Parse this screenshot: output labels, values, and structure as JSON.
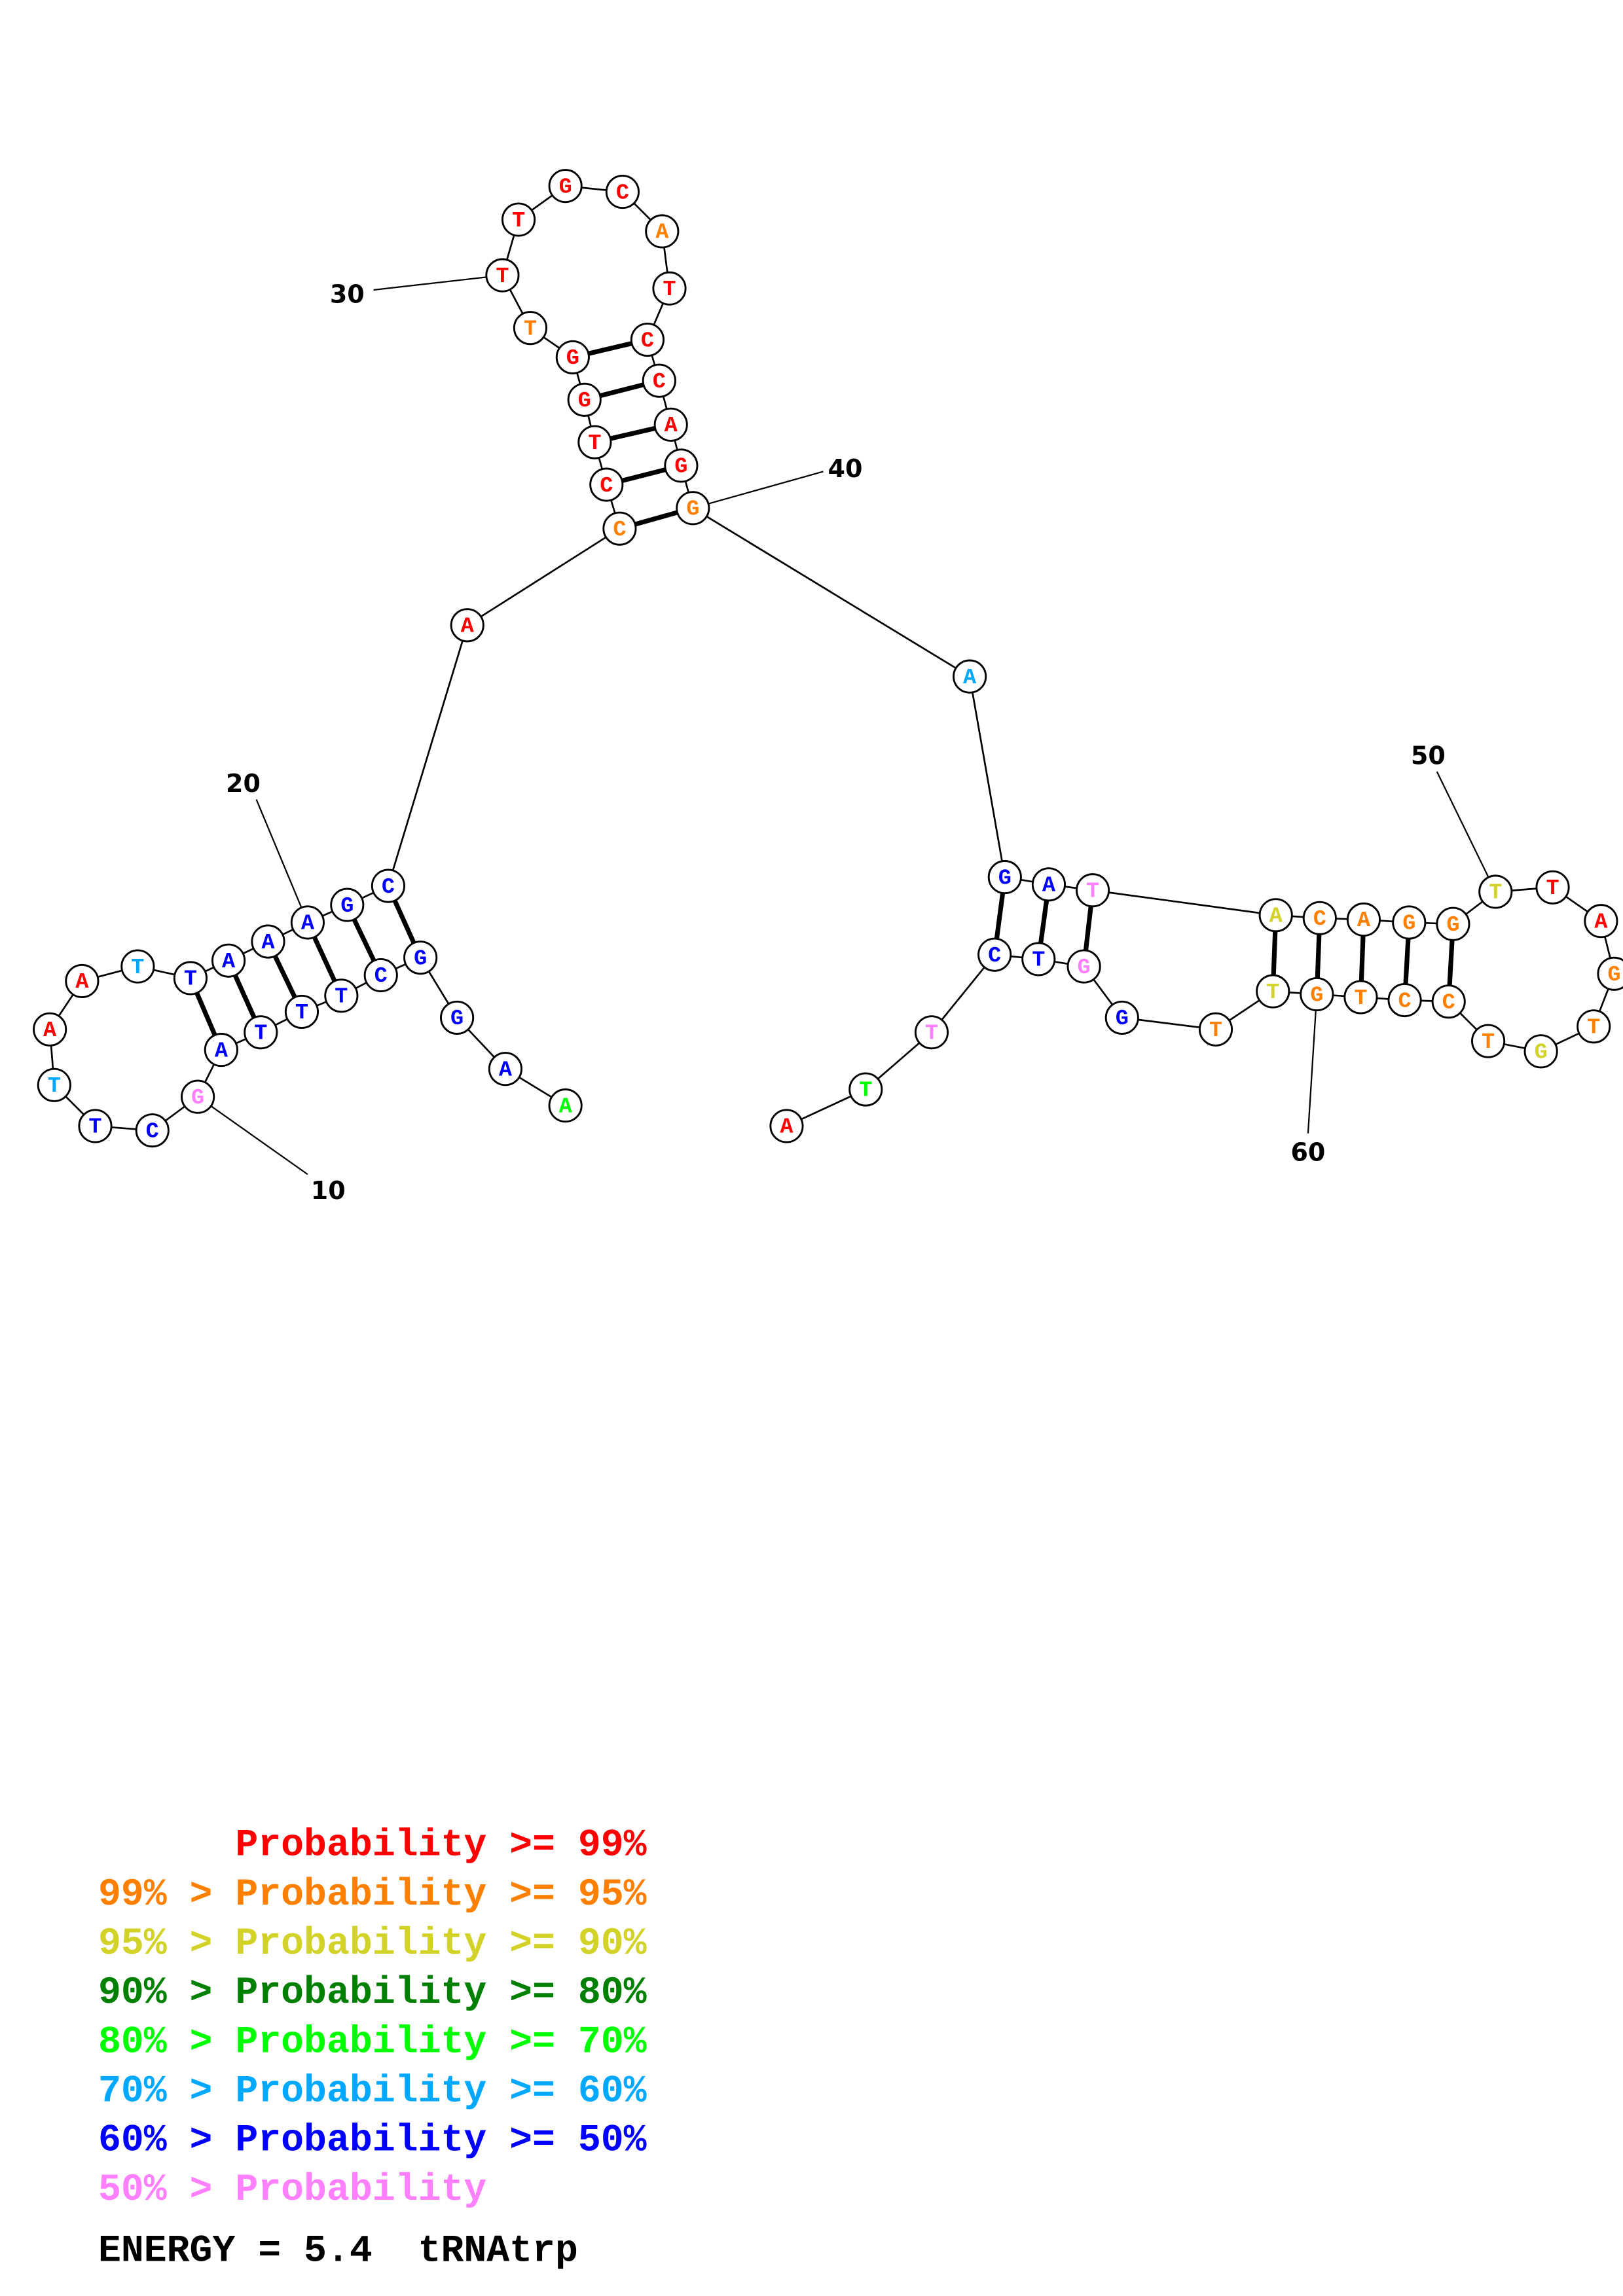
{
  "diagram": {
    "title": "tRNAtrp",
    "energy_label": "ENERGY = 5.4  tRNAtrp",
    "prob_colors": [
      "#ff0000",
      "#ff8000",
      "#d2d228",
      "#008000",
      "#00ff00",
      "#00a8ff",
      "#0000ff",
      "#ff80ff"
    ],
    "sequence": [
      {
        "n": 1,
        "base": "A",
        "cls": 4
      },
      {
        "n": 2,
        "base": "A",
        "cls": 6
      },
      {
        "n": 3,
        "base": "G",
        "cls": 6
      },
      {
        "n": 4,
        "base": "G",
        "cls": 6
      },
      {
        "n": 5,
        "base": "C",
        "cls": 6
      },
      {
        "n": 6,
        "base": "T",
        "cls": 6
      },
      {
        "n": 7,
        "base": "T",
        "cls": 6
      },
      {
        "n": 8,
        "base": "T",
        "cls": 6
      },
      {
        "n": 9,
        "base": "A",
        "cls": 6
      },
      {
        "n": 10,
        "base": "G",
        "cls": 7
      },
      {
        "n": 11,
        "base": "C",
        "cls": 6
      },
      {
        "n": 12,
        "base": "T",
        "cls": 6
      },
      {
        "n": 13,
        "base": "T",
        "cls": 5
      },
      {
        "n": 14,
        "base": "A",
        "cls": 0
      },
      {
        "n": 15,
        "base": "A",
        "cls": 0
      },
      {
        "n": 16,
        "base": "T",
        "cls": 5
      },
      {
        "n": 17,
        "base": "T",
        "cls": 6
      },
      {
        "n": 18,
        "base": "A",
        "cls": 6
      },
      {
        "n": 19,
        "base": "A",
        "cls": 6
      },
      {
        "n": 20,
        "base": "A",
        "cls": 6
      },
      {
        "n": 21,
        "base": "G",
        "cls": 6
      },
      {
        "n": 22,
        "base": "C",
        "cls": 6
      },
      {
        "n": 23,
        "base": "A",
        "cls": 0
      },
      {
        "n": 24,
        "base": "C",
        "cls": 1
      },
      {
        "n": 25,
        "base": "C",
        "cls": 0
      },
      {
        "n": 26,
        "base": "T",
        "cls": 0
      },
      {
        "n": 27,
        "base": "G",
        "cls": 0
      },
      {
        "n": 28,
        "base": "G",
        "cls": 0
      },
      {
        "n": 29,
        "base": "T",
        "cls": 1
      },
      {
        "n": 30,
        "base": "T",
        "cls": 0
      },
      {
        "n": 31,
        "base": "T",
        "cls": 0
      },
      {
        "n": 32,
        "base": "G",
        "cls": 0
      },
      {
        "n": 33,
        "base": "C",
        "cls": 0
      },
      {
        "n": 34,
        "base": "A",
        "cls": 1
      },
      {
        "n": 35,
        "base": "T",
        "cls": 0
      },
      {
        "n": 36,
        "base": "C",
        "cls": 0
      },
      {
        "n": 37,
        "base": "C",
        "cls": 0
      },
      {
        "n": 38,
        "base": "A",
        "cls": 0
      },
      {
        "n": 39,
        "base": "G",
        "cls": 0
      },
      {
        "n": 40,
        "base": "G",
        "cls": 1
      },
      {
        "n": 41,
        "base": "A",
        "cls": 5
      },
      {
        "n": 42,
        "base": "G",
        "cls": 6
      },
      {
        "n": 43,
        "base": "A",
        "cls": 6
      },
      {
        "n": 44,
        "base": "T",
        "cls": 7
      },
      {
        "n": 45,
        "base": "A",
        "cls": 2
      },
      {
        "n": 46,
        "base": "C",
        "cls": 1
      },
      {
        "n": 47,
        "base": "A",
        "cls": 1
      },
      {
        "n": 48,
        "base": "G",
        "cls": 1
      },
      {
        "n": 49,
        "base": "G",
        "cls": 1
      },
      {
        "n": 50,
        "base": "T",
        "cls": 2
      },
      {
        "n": 51,
        "base": "T",
        "cls": 0
      },
      {
        "n": 52,
        "base": "A",
        "cls": 0
      },
      {
        "n": 53,
        "base": "G",
        "cls": 1
      },
      {
        "n": 54,
        "base": "T",
        "cls": 1
      },
      {
        "n": 55,
        "base": "G",
        "cls": 2
      },
      {
        "n": 56,
        "base": "T",
        "cls": 1
      },
      {
        "n": 57,
        "base": "C",
        "cls": 1
      },
      {
        "n": 58,
        "base": "C",
        "cls": 1
      },
      {
        "n": 59,
        "base": "T",
        "cls": 1
      },
      {
        "n": 60,
        "base": "G",
        "cls": 1
      },
      {
        "n": 61,
        "base": "T",
        "cls": 2
      },
      {
        "n": 62,
        "base": "T",
        "cls": 1
      },
      {
        "n": 63,
        "base": "G",
        "cls": 6
      },
      {
        "n": 64,
        "base": "G",
        "cls": 7
      },
      {
        "n": 65,
        "base": "T",
        "cls": 6
      },
      {
        "n": 66,
        "base": "C",
        "cls": 6
      },
      {
        "n": 67,
        "base": "T",
        "cls": 7
      },
      {
        "n": 68,
        "base": "T",
        "cls": 4
      },
      {
        "n": 69,
        "base": "A",
        "cls": 0
      }
    ],
    "pairs": [
      [
        4,
        22
      ],
      [
        5,
        21
      ],
      [
        6,
        20
      ],
      [
        7,
        19
      ],
      [
        8,
        18
      ],
      [
        9,
        17
      ],
      [
        24,
        40
      ],
      [
        25,
        39
      ],
      [
        26,
        38
      ],
      [
        27,
        37
      ],
      [
        28,
        36
      ],
      [
        42,
        66
      ],
      [
        43,
        65
      ],
      [
        44,
        64
      ],
      [
        45,
        61
      ],
      [
        46,
        60
      ],
      [
        47,
        59
      ],
      [
        48,
        58
      ],
      [
        49,
        57
      ]
    ],
    "position_labels": [
      {
        "n": 10,
        "text": "10"
      },
      {
        "n": 20,
        "text": "20"
      },
      {
        "n": 30,
        "text": "30"
      },
      {
        "n": 40,
        "text": "40"
      },
      {
        "n": 50,
        "text": "50"
      },
      {
        "n": 60,
        "text": "60"
      }
    ]
  },
  "legend": [
    {
      "prefix": "    ",
      "text": "Probability >= 99%",
      "cls": 0
    },
    {
      "prefix": "99% > ",
      "text": "Probability >= 95%",
      "cls": 1
    },
    {
      "prefix": "95% > ",
      "text": "Probability >= 90%",
      "cls": 2
    },
    {
      "prefix": "90% > ",
      "text": "Probability >= 80%",
      "cls": 3
    },
    {
      "prefix": "80% > ",
      "text": "Probability >= 70%",
      "cls": 4
    },
    {
      "prefix": "70% > ",
      "text": "Probability >= 60%",
      "cls": 5
    },
    {
      "prefix": "60% > ",
      "text": "Probability >= 50%",
      "cls": 6
    },
    {
      "prefix": "50% > ",
      "text": "Probability",
      "cls": 7
    }
  ]
}
